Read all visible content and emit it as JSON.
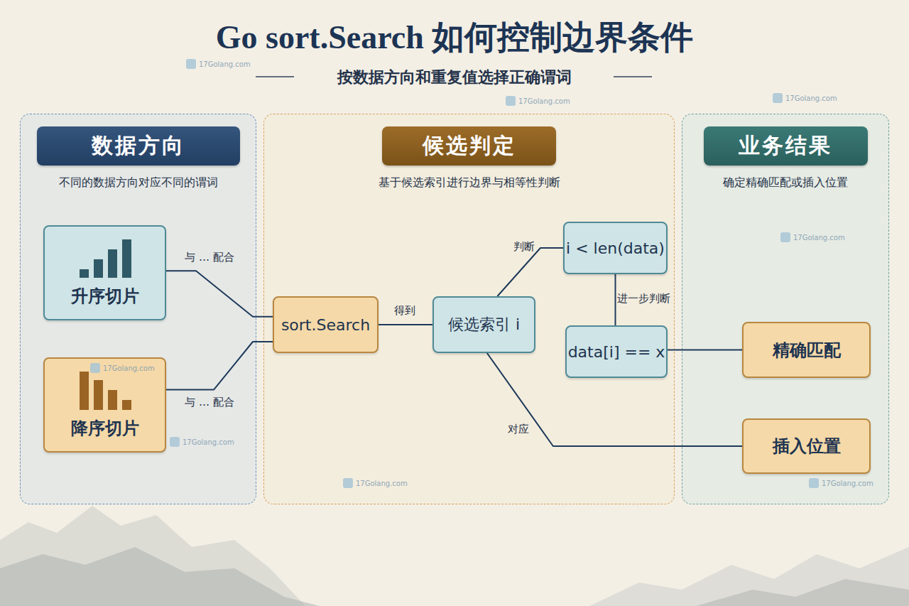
{
  "diagram": {
    "title": "Go sort.Search 如何控制边界条件",
    "nodes": [
      {
        "text": [
          "数据方向",
          "不同的数据方向对应不同的谓词"
        ]
      },
      {
        "text": [
          "升序切片"
        ],
        "in": 0
      },
      {
        "text": [
          "降序切片"
        ],
        "in": 0
      },
      {
        "text": [
          "候选判定",
          "基于候选索引进行边界与相等性判断"
        ]
      },
      {
        "text": [
          "sort.Search"
        ],
        "in": 3
      },
      {
        "text": [
          "候选索引 i"
        ],
        "in": 3
      },
      {
        "text": [
          "i < len(data)"
        ],
        "in": 3
      },
      {
        "text": [
          "data[i] == x"
        ],
        "in": 3
      },
      {
        "text": [
          "业务结果",
          "确定精确匹配或插入位置"
        ]
      },
      {
        "text": [
          "精确匹配"
        ],
        "in": 8
      },
      {
        "text": [
          "插入位置"
        ],
        "in": 8
      }
    ],
    "edges": [
      {
        "from": 1,
        "to": 4,
        "label": "与 … 配合",
        "arrow": "none"
      },
      {
        "from": 2,
        "to": 4,
        "label": "与 … 配合",
        "arrow": "none"
      },
      {
        "from": 4,
        "to": 5,
        "label": "得到",
        "arrow": "none"
      },
      {
        "from": 5,
        "to": 6,
        "label": "判断",
        "arrow": "none"
      },
      {
        "from": 6,
        "to": 7,
        "label": "进一步判断",
        "arrow": "none"
      },
      {
        "from": 7,
        "to": 9,
        "arrow": "none"
      },
      {
        "from": 5,
        "to": 10,
        "label": "对应",
        "arrow": "none"
      }
    ],
    "labels": [
      "按数据方向和重复值选择正确谓词",
      "17Golang.com",
      "17Golang.com",
      "17Golang.com",
      "17Golang.com",
      "17Golang.com",
      "17Golang.com",
      "17Golang.com",
      "17Golang.com"
    ]
  }
}
